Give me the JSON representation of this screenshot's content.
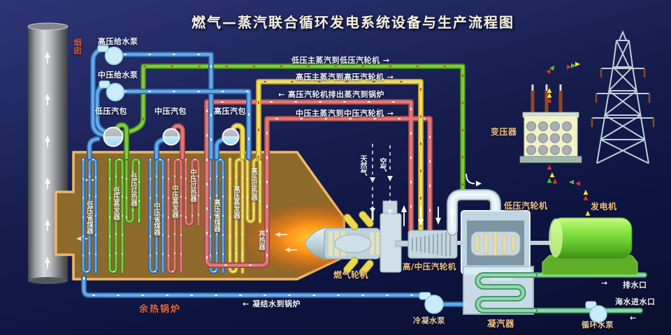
{
  "title": "燃气—蒸汽联合循环发电系统设备与生产流程图",
  "labels": {
    "chimney": "烟囱",
    "hp_feed_pump": "高压给水泵",
    "ip_feed_pump": "中压给水泵",
    "lp_drum": "低压汽包",
    "ip_drum": "中压汽包",
    "hp_drum": "高压汽包",
    "natural_gas": "天然气",
    "air": "空气",
    "gas_turbine": "燃气轮机",
    "hp_ip_turbine": "高/中压汽轮机",
    "lp_turbine": "低压汽轮机",
    "generator": "发电机",
    "transformer": "变压器",
    "waste_heat_boiler": "余热锅炉",
    "reheater": "再热器",
    "condenser": "凝汽器",
    "condensate_pump": "冷凝水泵",
    "circulating_pump": "循环水泵",
    "drain_outlet": "排水口",
    "seawater_inlet": "海水进水口"
  },
  "routes": {
    "lp_main_steam": "低压主蒸汽到低压汽轮机 →",
    "hp_main_steam": "高压主蒸汽到高压汽轮机 →",
    "hp_exhaust": "← 高压汽轮机排出蒸汽到锅炉",
    "ip_main_steam": "中压主蒸汽到中压汽轮机 →",
    "condensate_return": "← 凝结水到锅炉",
    "drain_arrow": "→",
    "seawater_arrow": "←"
  },
  "coils": [
    {
      "name": "低压省煤器",
      "color": "#64a8e8"
    },
    {
      "name": "低压蒸发器",
      "color": "#7ecb3f"
    },
    {
      "name": "低压过热器",
      "color": "#7ecb3f"
    },
    {
      "name": "中压省煤器",
      "color": "#64a8e8"
    },
    {
      "name": "中压蒸发器",
      "color": "#e07878"
    },
    {
      "name": "中压过热器",
      "color": "#e07878"
    },
    {
      "name": "高压省煤器",
      "color": "#64a8e8"
    },
    {
      "name": "高压蒸发器",
      "color": "#f0dd68"
    },
    {
      "name": "高压过热器",
      "color": "#f0dd68"
    }
  ],
  "colors": {
    "background": "#131a45",
    "pipe_water": "#64a8e8",
    "pipe_lp_steam": "#7ecb3f",
    "pipe_hp_steam": "#f0dd68",
    "pipe_reheat_steam": "#e07878",
    "seawater": "#8fd8a8",
    "flame": "#ff9718",
    "generator_green": "#7ddd3a",
    "boiler_body": "#8d6a2b",
    "boiler_border": "#f0b866"
  }
}
